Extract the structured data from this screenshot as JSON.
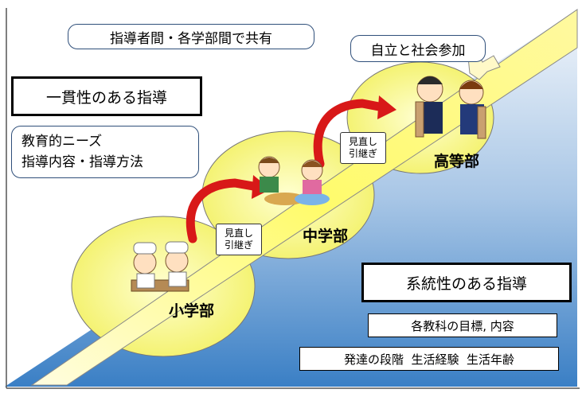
{
  "top_callout": "指導者間・各学部間で共有",
  "goal_label": "自立と社会参加",
  "consistency_title": "一貫性のある指導",
  "needs_lines": [
    "教育的ニーズ",
    "指導内容・指導方法"
  ],
  "review_lines": [
    "見直し",
    "引継ぎ"
  ],
  "stages": {
    "elementary": "小学部",
    "junior_high": "中学部",
    "high_school": "高等部"
  },
  "systematic_title": "系統性のある指導",
  "subject_goals": "各教科の目標, 内容",
  "development_factors": "発達の段階  生活経験  生活年齢",
  "colors": {
    "ramp": "#fffb6b",
    "ellipse": "#fafa88",
    "arrow": "#d81818",
    "sky_top": "#eaf1f8",
    "sky_bottom": "#3a7fc5"
  }
}
